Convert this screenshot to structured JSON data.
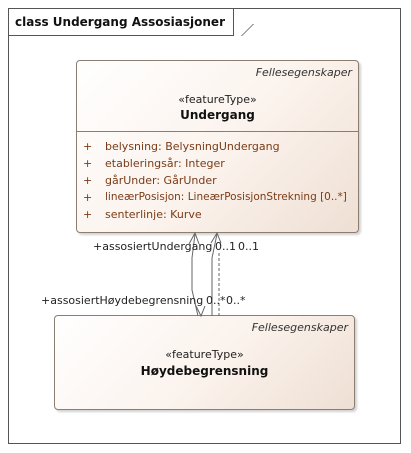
{
  "frame": {
    "title": "class Undergang Assosiasjoner"
  },
  "classes": {
    "undergang": {
      "package": "Fellesegenskaper",
      "stereotype": "«featureType»",
      "name": "Undergang",
      "attributes": [
        {
          "visibility": "+",
          "text": "belysning: BelysningUndergang"
        },
        {
          "visibility": "+",
          "text": "etableringsår: Integer"
        },
        {
          "visibility": "+",
          "text": "gårUnder: GårUnder"
        },
        {
          "visibility": "+",
          "text": "lineærPosisjon: LineærPosisjonStrekning [0..*]"
        },
        {
          "visibility": "+",
          "text": "senterlinje: Kurve"
        }
      ]
    },
    "hoydebegrensning": {
      "package": "Fellesegenskaper",
      "stereotype": "«featureType»",
      "name": "Høydebegrensning"
    }
  },
  "associations": {
    "role_undergang": "+assosiertUndergang",
    "mult_undergang_1": "0..1",
    "mult_undergang_2": "0..1",
    "role_hoydebegrensning": "+assosiertHøydebegrensning",
    "mult_hoyde_1": "0..*",
    "mult_hoyde_2": "0..*"
  }
}
